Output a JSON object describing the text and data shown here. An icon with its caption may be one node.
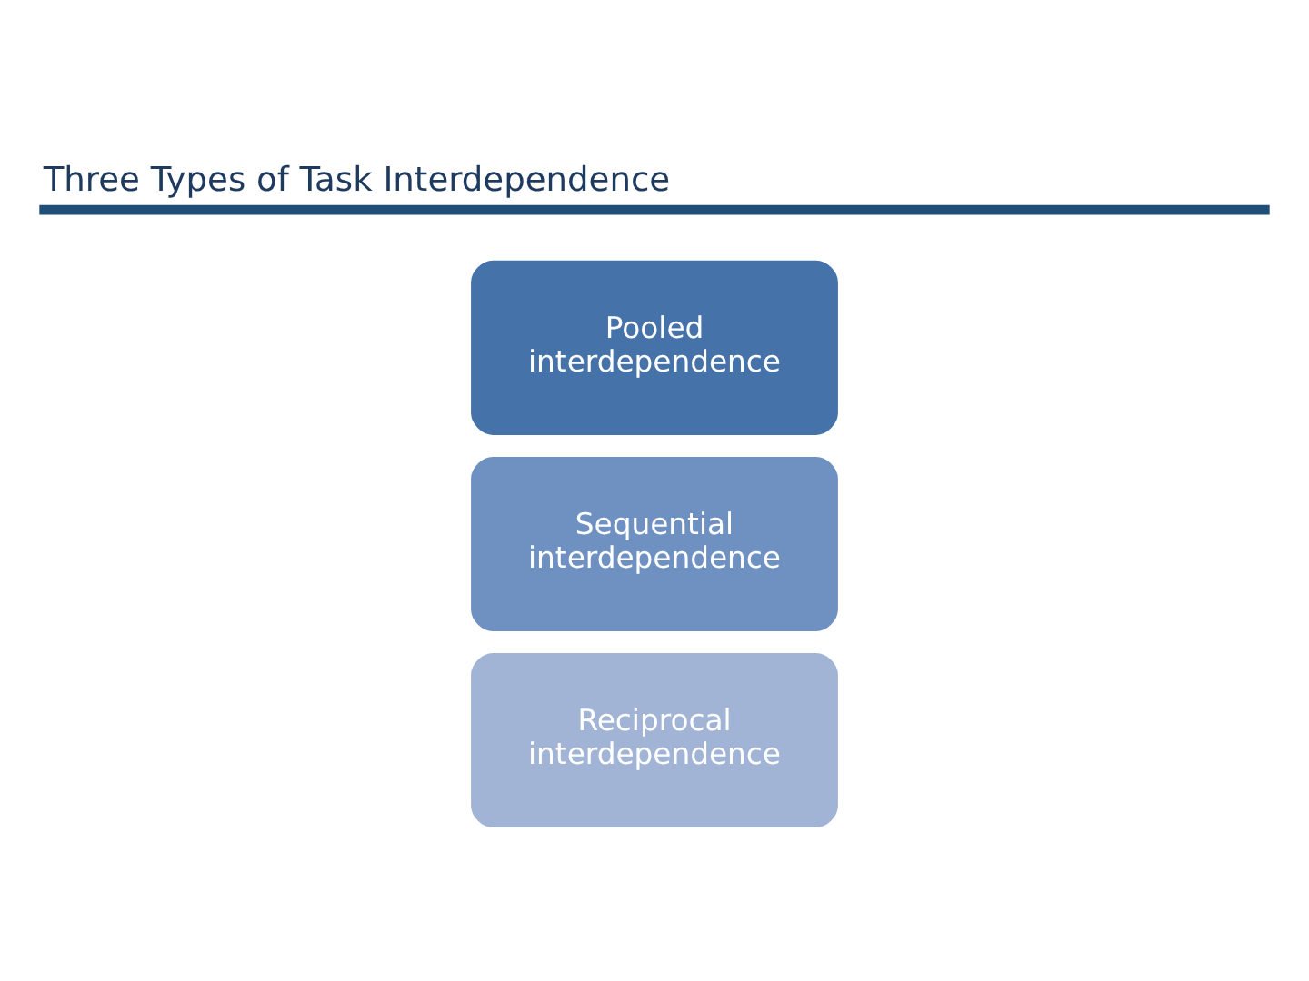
{
  "diagram": {
    "title": "Three Types of Task Interdependence",
    "nodes": [
      {
        "text": [
          "Pooled interdependence"
        ]
      },
      {
        "text": [
          "Sequential interdependence"
        ]
      },
      {
        "text": [
          "Reciprocal interdependence"
        ]
      }
    ]
  }
}
